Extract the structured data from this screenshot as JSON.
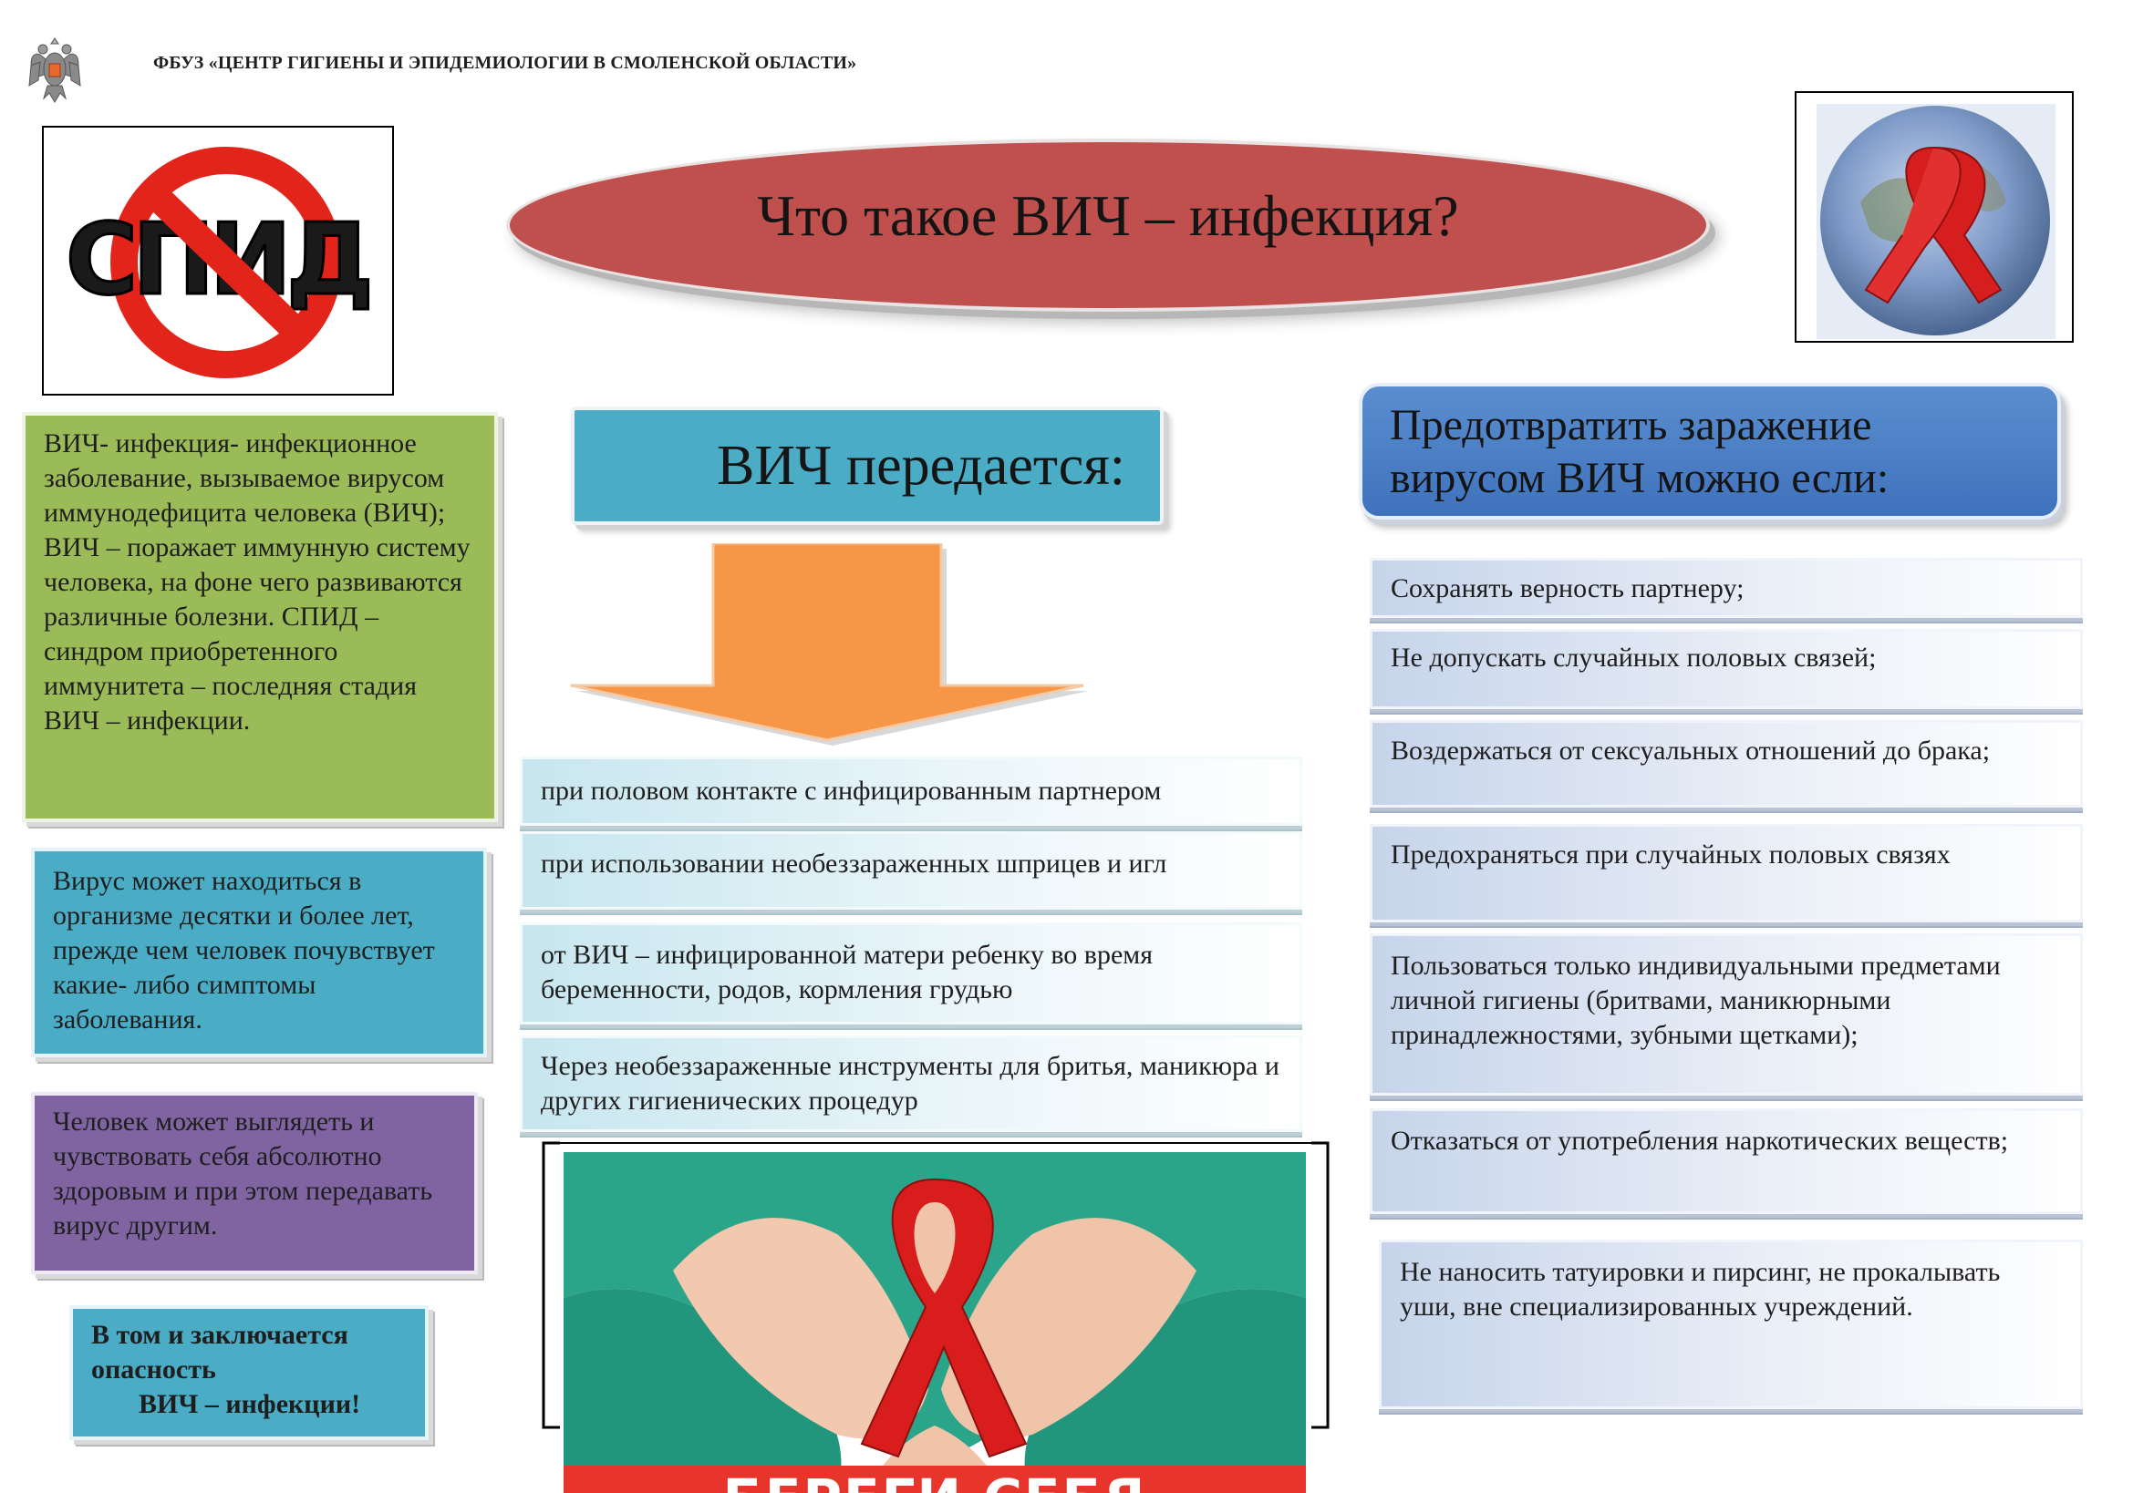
{
  "header": {
    "org_name": "ФБУЗ «ЦЕНТР ГИГИЕНЫ И ЭПИДЕМИОЛОГИИ В СМОЛЕНСКОЙ ОБЛАСТИ»",
    "emblem_icon": "double-headed-eagle-emblem-icon"
  },
  "title": "Что такое ВИЧ – инфекция?",
  "logo_left": {
    "icon": "no-aids-sign-icon",
    "text": "СПИД"
  },
  "logo_right": {
    "icon": "red-ribbon-globe-icon"
  },
  "left": {
    "definition": "ВИЧ- инфекция- инфекционное заболевание, вызываемое вирусом иммунодефицита человека (ВИЧ); ВИЧ – поражает иммунную систему человека, на фоне чего развиваются различные болезни. СПИД – синдром приобретенного иммунитета – последняя стадия ВИЧ – инфекции.",
    "years": "Вирус может находиться в организме десятки и более лет, прежде чем человек почувствует какие- либо симптомы заболевания.",
    "healthy": "Человек может выглядеть и чувствовать себя абсолютно здоровым и при этом передавать вирус другим.",
    "danger_line1": "В том и заключается",
    "danger_line2": "опасность",
    "danger_line3": "ВИЧ – инфекции!"
  },
  "middle": {
    "heading": "ВИЧ передается:",
    "items": [
      "при половом контакте с инфицированным партнером",
      "при использовании необеззараженных шприцев и игл",
      "от   ВИЧ – инфицированной матери ребенку во время беременности, родов, кормления грудью",
      "Через необеззараженные инструменты для бритья, маникюра и других гигиенических процедур"
    ],
    "banner_text": "БЕРЕГИ СЕБЯ"
  },
  "right": {
    "heading_line1": "Предотвратить заражение",
    "heading_line2": "вирусом ВИЧ можно если:",
    "items": [
      "Сохранять верность партнеру;",
      "Не допускать случайных половых связей;",
      "Воздержаться от сексуальных отношений до брака;",
      "Предохраняться при случайных половых связях",
      "Пользоваться только индивидуальными предметами личной гигиены (бритвами, маникюрными принадлежностями, зубными щетками);",
      "Отказаться от употребления наркотических веществ;",
      "Не наносить татуировки и пирсинг, не прокалывать уши, вне специализированных учреждений."
    ]
  },
  "colors": {
    "title_red": "#c0504d",
    "green": "#9bbb59",
    "teal": "#4bacc6",
    "purple": "#8064a2",
    "orange_arrow": "#f79646",
    "blue_heading": "#4f81bd",
    "ribbon_red": "#e8352b"
  }
}
